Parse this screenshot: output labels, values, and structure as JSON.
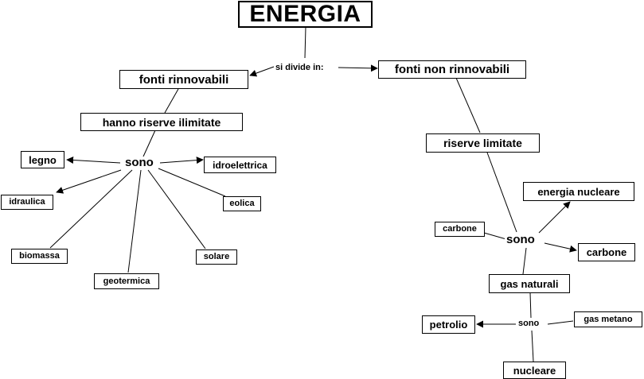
{
  "title": "ENERGIA",
  "link_divide": "si divide in:",
  "renewable": {
    "title": "fonti rinnovabili",
    "reserves": "hanno riserve ilimitate",
    "link": "sono",
    "items": [
      "legno",
      "idroelettrica",
      "idraulica",
      "eolica",
      "biomassa",
      "solare",
      "geotermica"
    ]
  },
  "nonrenewable": {
    "title": "fonti non rinnovabili",
    "reserves": "riserve limitate",
    "link": "sono",
    "items": [
      "energia nucleare",
      "carbone",
      "carbone",
      "gas naturali",
      "nucleare"
    ],
    "gas": {
      "link": "sono",
      "items": [
        "petrolio",
        "gas metano"
      ]
    }
  }
}
